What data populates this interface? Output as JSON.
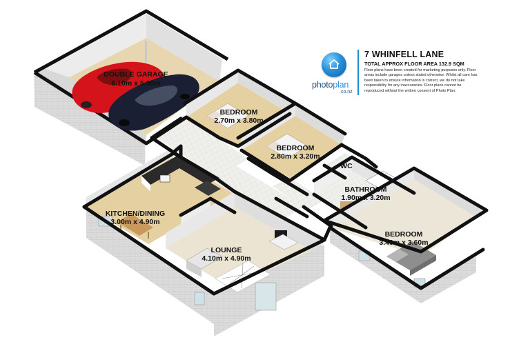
{
  "header": {
    "title": "7 WHINFELL LANE",
    "subtitle": "TOTAL APPROX FLOOR AREA 132.9 SQM",
    "disclaimer": "Floor plans have been created for marketing purposes only. Floor areas include garages unless stated otherwise. Whilst all care has been taken to ensure information is correct, we do not take responsibility for any inaccuracies. Floor plans cannot be reproduced without the written consent of Photo Plan.",
    "logo_main": "photo",
    "logo_accent": "plan",
    "logo_sub": ".co.nz",
    "logo_icon": "house-icon"
  },
  "rooms": [
    {
      "id": "garage",
      "name": "DOUBLE GARAGE",
      "dims": "6.10m x 5.90m"
    },
    {
      "id": "bedroom1",
      "name": "BEDROOM",
      "dims": "2.70m x 3.80m"
    },
    {
      "id": "bedroom2",
      "name": "BEDROOM",
      "dims": "2.80m x 3.20m"
    },
    {
      "id": "wc",
      "name": "WC",
      "dims": ""
    },
    {
      "id": "bathroom",
      "name": "BATHROOM",
      "dims": "1.90m x 3.20m"
    },
    {
      "id": "kitchen",
      "name": "KITCHEN/DINING",
      "dims": "3.00m x 4.90m"
    },
    {
      "id": "lounge",
      "name": "LOUNGE",
      "dims": "4.10m x 4.90m"
    },
    {
      "id": "bedroom3",
      "name": "BEDROOM",
      "dims": "3.40m x 3.60m"
    }
  ],
  "colors": {
    "wall_top": "#111111",
    "wall_face": "#d8d8d8",
    "floor_wood": "#e4cfa0",
    "floor_tile": "#ecece8",
    "floor_carpet": "#ece6d8",
    "car_red": "#d4141a",
    "car_dark": "#1a1f33",
    "brand_blue": "#1b8fd6"
  }
}
